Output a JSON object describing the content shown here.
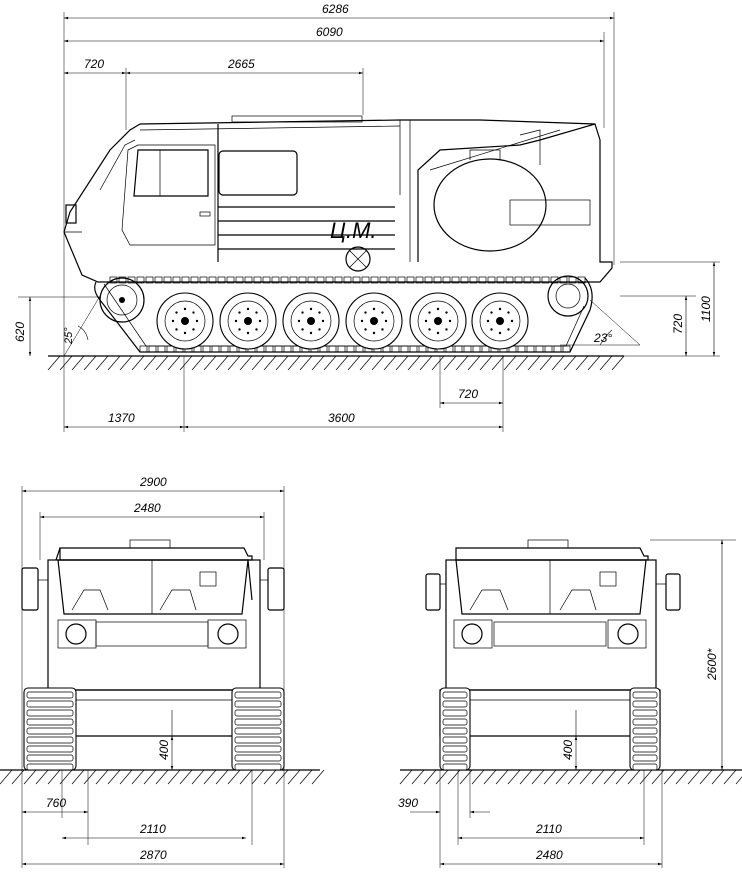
{
  "side_view": {
    "dims": {
      "overall_length": "6286",
      "hull_length": "6090",
      "front_offset": "720",
      "cab_length": "2665",
      "height_620": "620",
      "approach_angle": "25°",
      "departure_angle": "23°",
      "height_720": "720",
      "height_1100": "1100",
      "track_pitch": "720",
      "front_overhang": "1370",
      "track_base": "3600"
    },
    "marking": "Ц.М."
  },
  "front_view": {
    "dims": {
      "width_outer": "2900",
      "width_body": "2480",
      "clearance": "400",
      "track_width": "760",
      "track_gauge": "2110",
      "width_total": "2870"
    }
  },
  "rear_view": {
    "dims": {
      "height": "2600*",
      "clearance": "400",
      "track_width": "390",
      "track_gauge": "2110",
      "width_total": "2480"
    }
  }
}
